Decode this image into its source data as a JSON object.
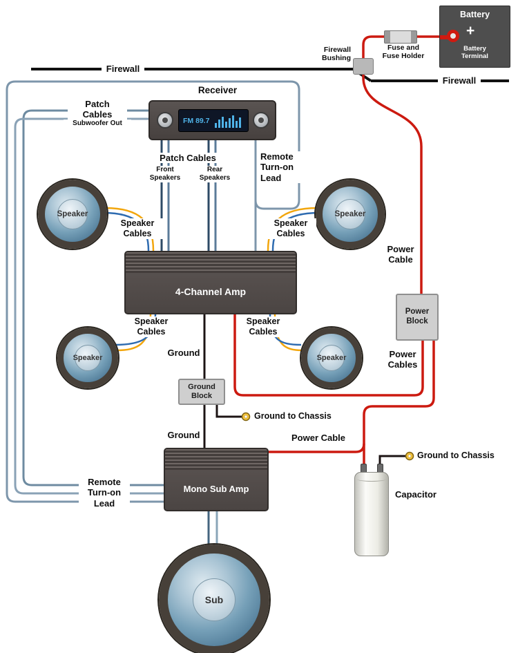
{
  "labels": {
    "battery": "Battery",
    "battery_terminal": "Battery\nTerminal",
    "plus": "+",
    "fuse_holder": "Fuse and\nFuse Holder",
    "firewall_bushing": "Firewall\nBushing",
    "firewall_left": "Firewall",
    "firewall_right": "Firewall",
    "receiver": "Receiver",
    "fm_display": "FM 89.7",
    "patch_cables_left": "Patch\nCables",
    "subwoofer_out": "Subwoofer Out",
    "patch_cables_main": "Patch Cables",
    "front_speakers": "Front\nSpeakers",
    "rear_speakers": "Rear\nSpeakers",
    "remote_lead_top": "Remote\nTurn-on\nLead",
    "remote_lead_bottom": "Remote\nTurn-on\nLead",
    "speaker": "Speaker",
    "speaker_cables": "Speaker\nCables",
    "amp_4channel": "4-Channel Amp",
    "power_cable_right": "Power\nCable",
    "power_block": "Power\nBlock",
    "power_cables": "Power\nCables",
    "ground_1": "Ground",
    "ground_2": "Ground",
    "ground_block": "Ground\nBlock",
    "ground_to_chassis_1": "Ground to Chassis",
    "ground_to_chassis_2": "Ground to Chassis",
    "power_cable_bottom": "Power Cable",
    "mono_sub_amp": "Mono Sub Amp",
    "capacitor": "Capacitor",
    "sub": "Sub"
  },
  "colors": {
    "power_cable": "#cc1a10",
    "ground_wire": "#1c1414",
    "remote_patch_cable": "#7d96ab",
    "rca_cable": "#2d4a66",
    "speaker_cable_positive": "#f2a60d",
    "speaker_cable_negative": "#2e6bb0",
    "firewall_line": "#111111",
    "display_text": "#4fb3e8",
    "chassis_terminal": "#f2c23c"
  }
}
